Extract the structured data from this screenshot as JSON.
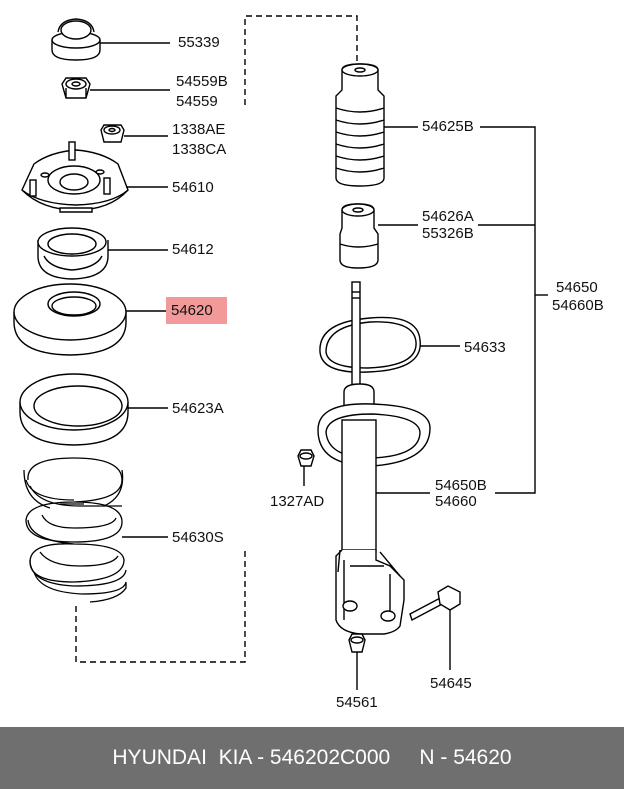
{
  "labels": {
    "p55339": "55339",
    "p54559b": "54559B",
    "p54559": "54559",
    "p1338ae": "1338AE",
    "p1338ca": "1338CA",
    "p54610": "54610",
    "p54612": "54612",
    "p54620": "54620",
    "p54623a": "54623A",
    "p54630s": "54630S",
    "p54625b": "54625B",
    "p54626a": "54626A",
    "p55326b": "55326B",
    "p54650": "54650",
    "p54660b": "54660B",
    "p54633": "54633",
    "p1327ad": "1327AD",
    "p54650b": "54650B",
    "p54660": "54660",
    "p54645": "54645",
    "p54561": "54561"
  },
  "highlight_color": "#f29a9a",
  "footer": {
    "text": "HYUNDAI  KIA - 546202C000     N - 54620"
  }
}
